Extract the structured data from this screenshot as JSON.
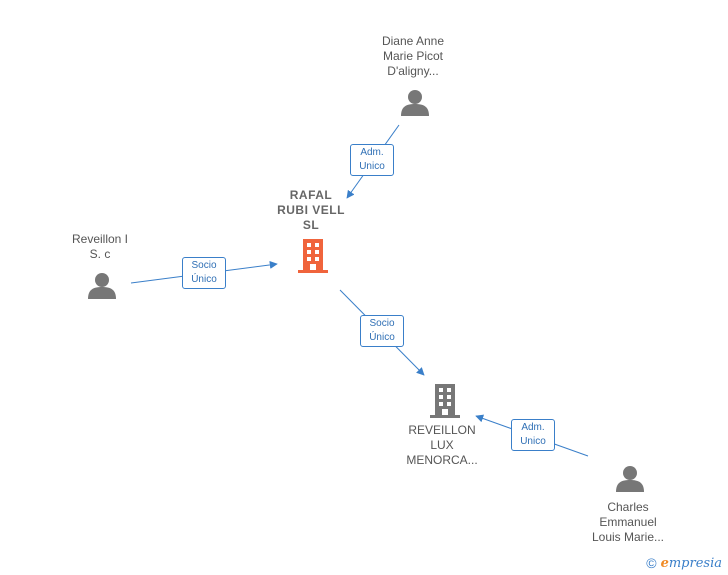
{
  "nodes": {
    "diane": {
      "lines": [
        "Diane Anne",
        "Marie Picot",
        "D'aligny..."
      ],
      "kind": "person"
    },
    "rafal": {
      "lines": [
        "RAFAL",
        "RUBI VELL",
        "SL"
      ],
      "kind": "company-main"
    },
    "reveillon_sc": {
      "lines": [
        "Reveillon I",
        "S. c"
      ],
      "kind": "person"
    },
    "reveillon_lux": {
      "lines": [
        "REVEILLON",
        "LUX",
        "MENORCA..."
      ],
      "kind": "company"
    },
    "charles": {
      "lines": [
        "Charles",
        "Emmanuel",
        "Louis Marie..."
      ],
      "kind": "person"
    }
  },
  "edges": {
    "diane_rafal": {
      "line1": "Adm.",
      "line2": "Unico"
    },
    "reveillon_rafal": {
      "line1": "Socio",
      "line2": "Único"
    },
    "rafal_lux": {
      "line1": "Socio",
      "line2": "Único"
    },
    "charles_lux": {
      "line1": "Adm.",
      "line2": "Unico"
    }
  },
  "footer": {
    "copyright": "©",
    "brand_initial": "e",
    "brand_rest": "mpresia"
  },
  "colors": {
    "edge": "#3a7fc9",
    "person": "#777777",
    "company": "#777777",
    "company_main": "#f0643c"
  }
}
